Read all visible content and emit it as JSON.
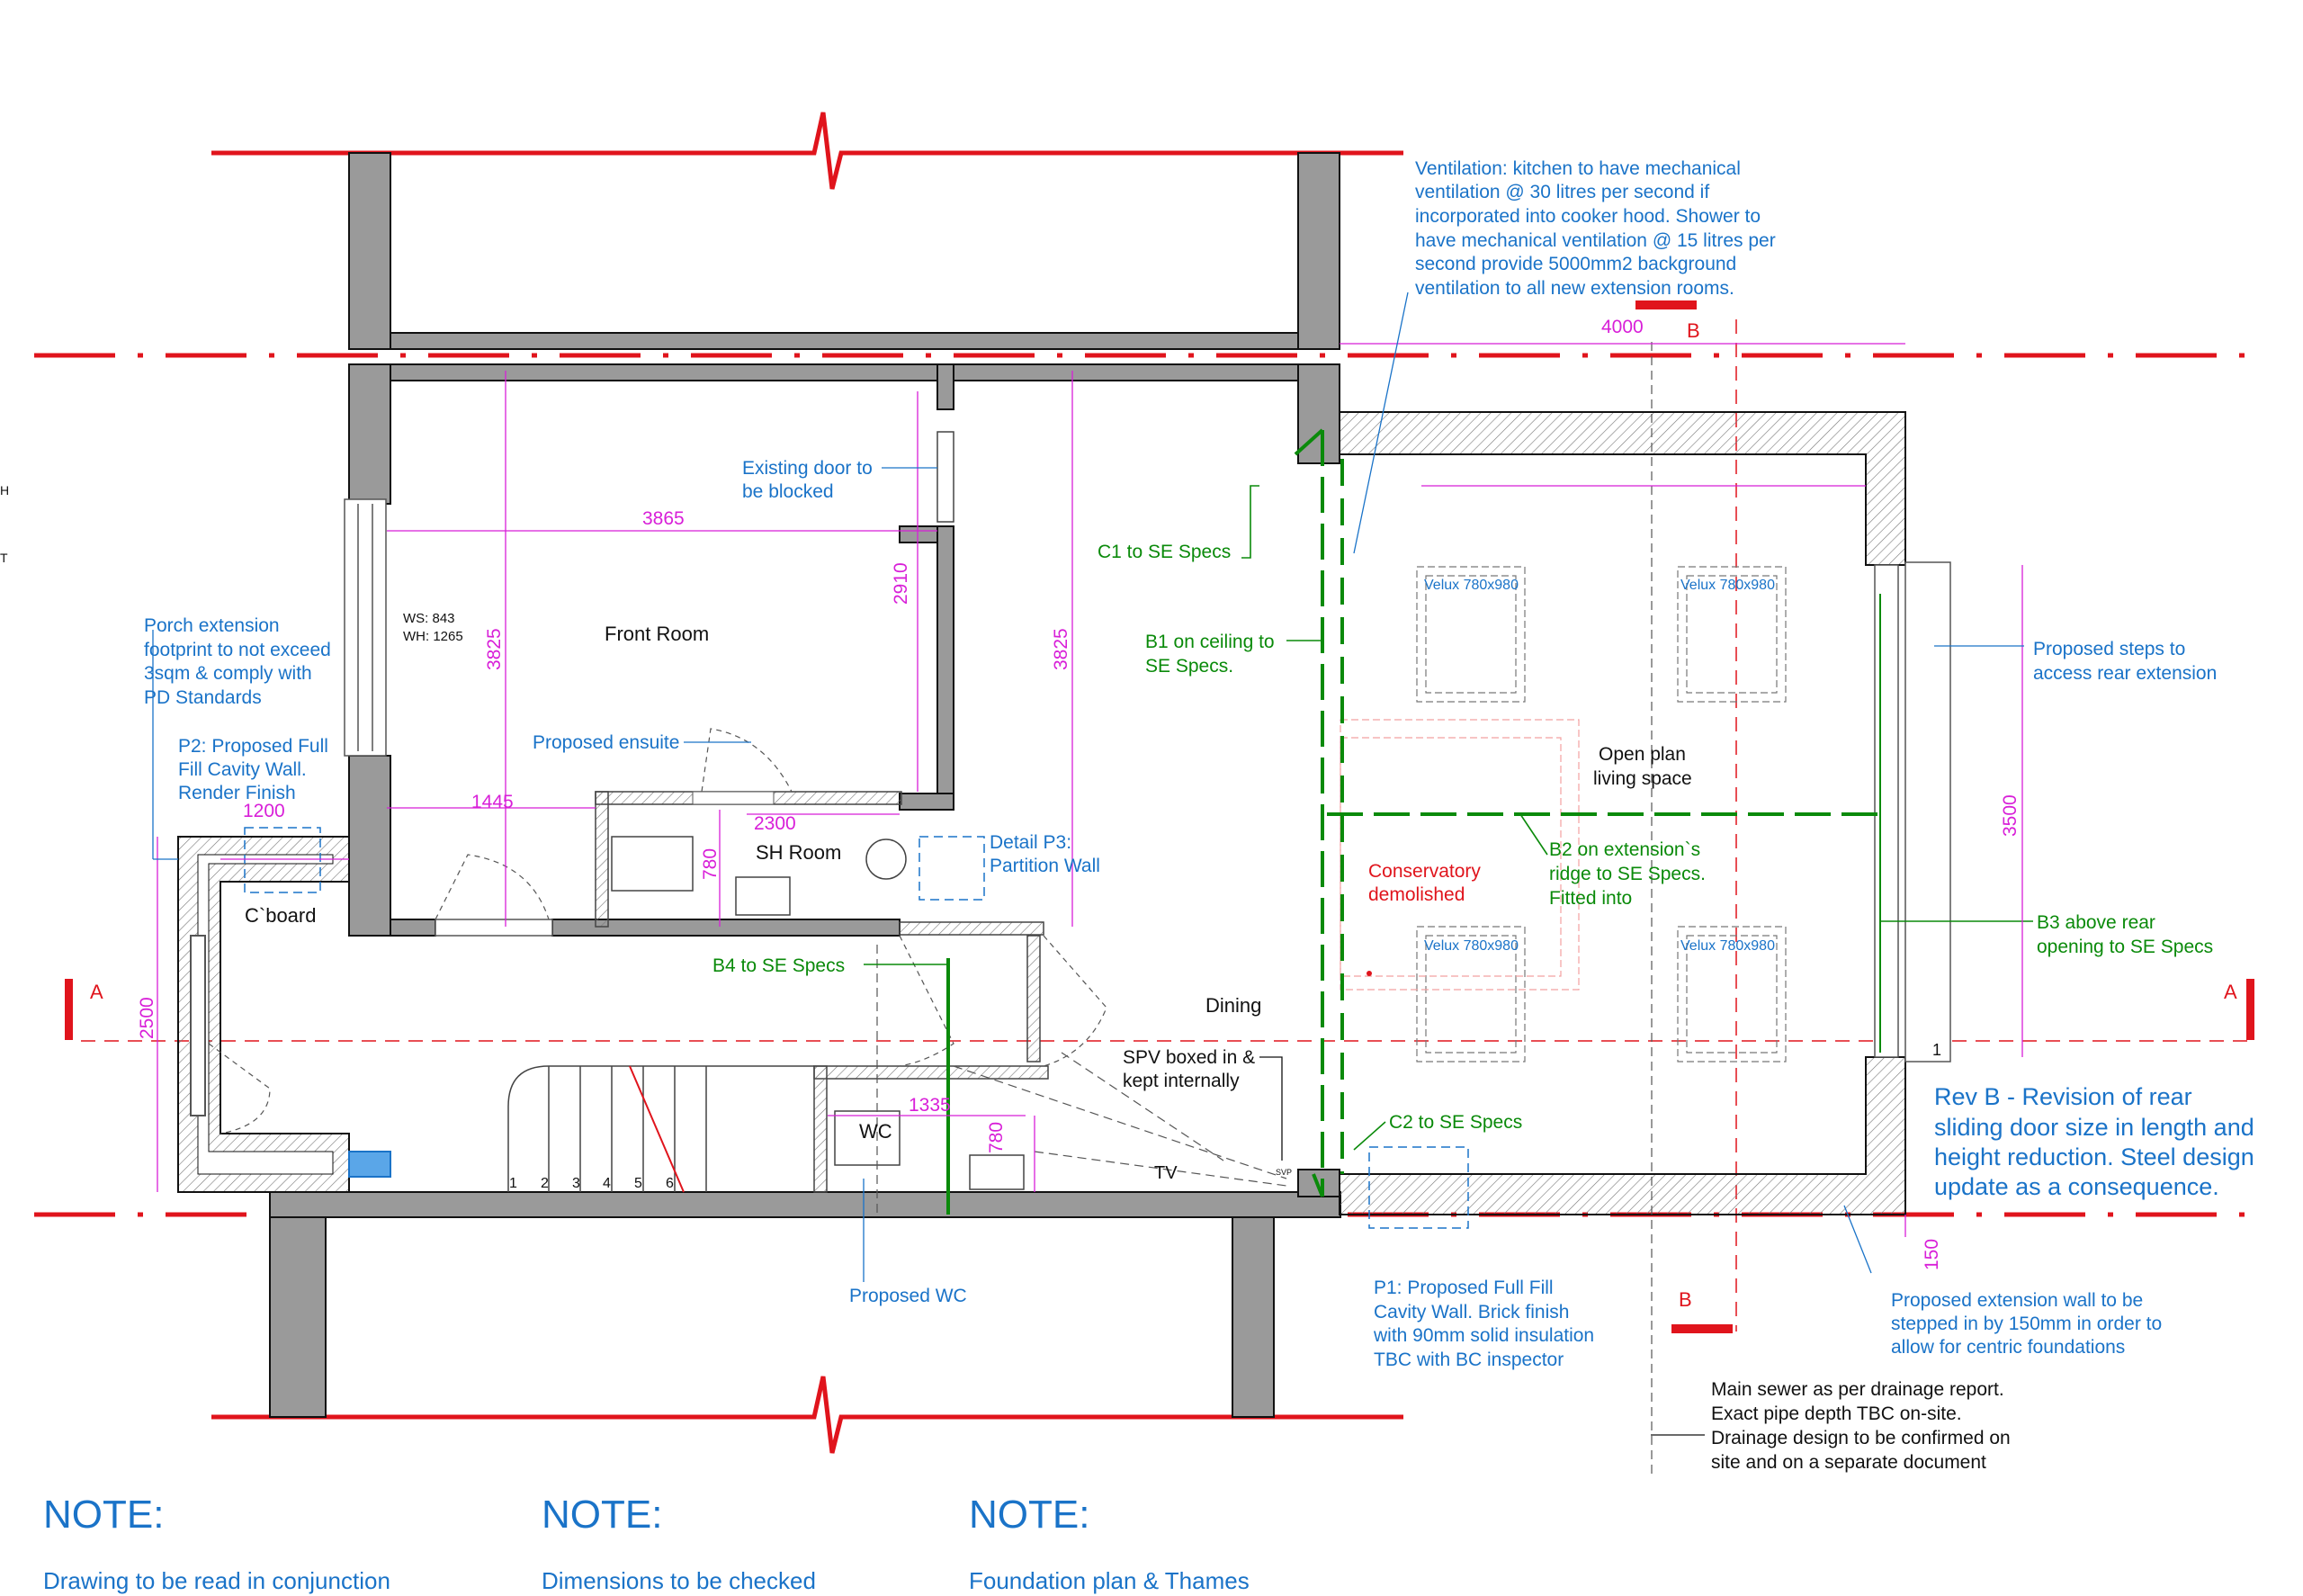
{
  "rooms": {
    "front_room": "Front Room",
    "sh_room": "SH Room",
    "cboard": "C`board",
    "wc": "WC",
    "dining": "Dining",
    "tv": "TV",
    "open_plan_1": "Open plan",
    "open_plan_2": "living space",
    "svp": "SVP",
    "stairs": [
      "1",
      "2",
      "3",
      "4",
      "5",
      "6"
    ],
    "step_num": "1"
  },
  "window": {
    "ws": "WS: 843",
    "wh": "WH: 1265"
  },
  "dimensions": {
    "d3865": "3865",
    "d3825_left": "3825",
    "d3825_right": "3825",
    "d2910": "2910",
    "d1445": "1445",
    "d2300": "2300",
    "d780_a": "780",
    "d780_b": "780",
    "d1335": "1335",
    "d1200": "1200",
    "d2500": "2500",
    "d4000": "4000",
    "d3500": "3500",
    "d150": "150"
  },
  "velux": [
    "Velux 780x980",
    "Velux 780x980",
    "Velux 780x980",
    "Velux 780x980"
  ],
  "section_marks": {
    "a_left": "A",
    "a_right": "A",
    "b_top": "B",
    "b_bottom": "B"
  },
  "annotations_blue": {
    "ventilation": [
      "Ventilation: kitchen to have mechanical",
      "ventilation @ 30 litres per second if",
      "incorporated into cooker hood. Shower to",
      "have mechanical ventilation @ 15 litres per",
      "second provide 5000mm2 background",
      "ventilation to all new extension rooms."
    ],
    "existing_door": [
      "Existing door to",
      "be blocked"
    ],
    "porch": [
      "Porch extension",
      "footprint to not exceed",
      "3sqm & comply with",
      "PD Standards"
    ],
    "p2": [
      "P2: Proposed Full",
      "Fill Cavity Wall.",
      "Render Finish"
    ],
    "proposed_ensuite": "Proposed ensuite",
    "detail_p3": [
      "Detail P3:",
      "Partition Wall"
    ],
    "proposed_wc": "Proposed WC",
    "proposed_steps": [
      "Proposed steps to",
      "access rear extension"
    ],
    "p1": [
      "P1: Proposed Full Fill",
      "Cavity Wall. Brick finish",
      "with 90mm solid insulation",
      "TBC with BC inspector"
    ],
    "extension_wall": [
      "Proposed extension wall to be",
      "stepped in by 150mm in order to",
      "allow for centric foundations"
    ],
    "rev_b": [
      "Rev B - Revision of rear",
      "sliding door size in length and",
      "height reduction. Steel design",
      "update as a consequence."
    ]
  },
  "annotations_green": {
    "c1": "C1 to SE Specs",
    "b1": [
      "B1 on ceiling to",
      "SE Specs."
    ],
    "b2": [
      "B2 on extension`s",
      "ridge to SE Specs.",
      "Fitted into"
    ],
    "b3": [
      "B3 above rear",
      "opening to SE Specs"
    ],
    "b4": "B4 to SE Specs",
    "c2": "C2 to SE Specs"
  },
  "annotations_red": {
    "conservatory": [
      "Conservatory",
      "demolished"
    ]
  },
  "annotations_black": {
    "spv": [
      "SPV boxed in &",
      "kept internally"
    ],
    "sewer": [
      "Main sewer as per drainage report.",
      "Exact pipe depth TBC on-site.",
      "Drainage design to be confirmed on",
      "site and on a separate document"
    ]
  },
  "notes": [
    {
      "head": "NOTE:",
      "body": "Drawing to be read in conjunction"
    },
    {
      "head": "NOTE:",
      "body": "Dimensions to be checked"
    },
    {
      "head": "NOTE:",
      "body": "Foundation plan & Thames"
    }
  ],
  "edge_marks": [
    "H",
    "T"
  ],
  "colors": {
    "wall": "#9a9a9a",
    "red": "#e0141c",
    "blue": "#1a73c8",
    "green": "#0a8a0a",
    "magenta": "#d81fd8"
  }
}
